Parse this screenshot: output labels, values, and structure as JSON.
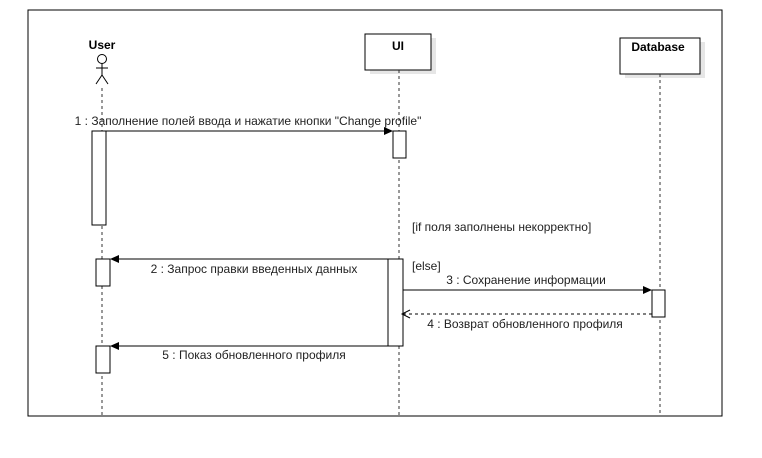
{
  "participants": {
    "user": "User",
    "ui": "UI",
    "database": "Database"
  },
  "messages": [
    "1 : Заполнение полей ввода и нажатие кнопки \"Change profile\"",
    "2 : Запрос правки введенных данных",
    "3 : Сохранение информации",
    "4 : Возврат обновленного профиля",
    "5 : Показ обновленного профиля"
  ],
  "guards": {
    "incorrect": "[if поля заполнены некорректно]",
    "else": "[else]"
  }
}
